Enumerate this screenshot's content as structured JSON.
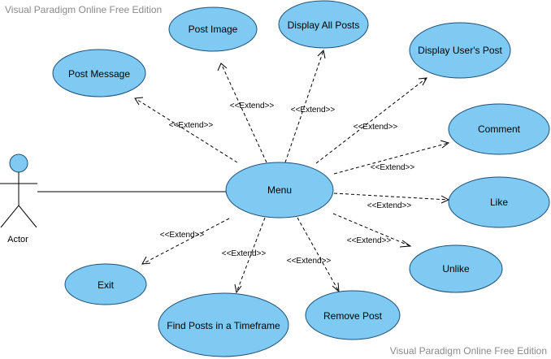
{
  "watermark_top": "Visual Paradigm Online Free Edition",
  "watermark_bottom": "Visual Paradigm Online Free Edition",
  "actor": {
    "label": "Actor"
  },
  "colors": {
    "usecase_fill": "#7ecaf2",
    "usecase_stroke": "#1f4f7a"
  },
  "extend_label": "<<Extend>>",
  "menu": {
    "label": "Menu"
  },
  "use_cases": [
    {
      "id": "post-image",
      "label": "Post Image"
    },
    {
      "id": "display-all-posts",
      "label": "Display All Posts"
    },
    {
      "id": "display-users-post",
      "label": "Display User's Post"
    },
    {
      "id": "post-message",
      "label": "Post Message"
    },
    {
      "id": "comment",
      "label": "Comment"
    },
    {
      "id": "like",
      "label": "Like"
    },
    {
      "id": "unlike",
      "label": "Unlike"
    },
    {
      "id": "exit",
      "label": "Exit"
    },
    {
      "id": "find-posts",
      "label": "Find Posts in a Timeframe"
    },
    {
      "id": "remove-post",
      "label": "Remove Post"
    }
  ]
}
